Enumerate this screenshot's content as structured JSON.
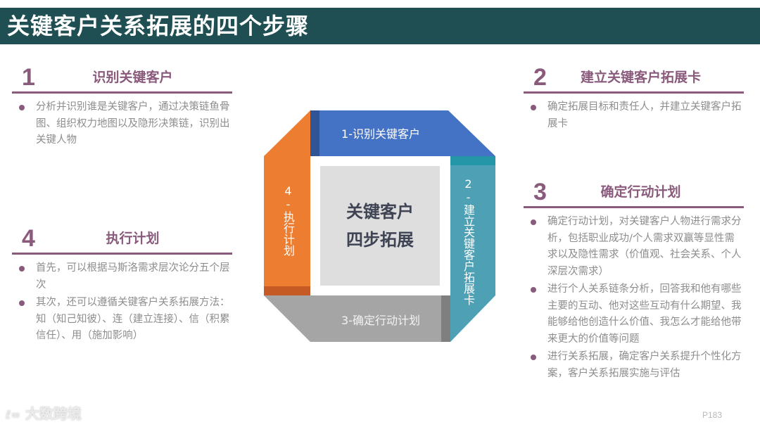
{
  "header": {
    "title": "关键客户关系拓展的四个步骤"
  },
  "sections": [
    {
      "number": "1",
      "title": "识别关键客户",
      "bullets": [
        "分析并识别谁是关键客户，通过决策链鱼骨图、组织权力地图以及隐形决策链，识别出关键人物"
      ]
    },
    {
      "number": "2",
      "title": "建立关键客户拓展卡",
      "bullets": [
        "确定拓展目标和责任人，并建立关键客户拓展卡"
      ]
    },
    {
      "number": "3",
      "title": "确定行动计划",
      "bullets": [
        "确定行动计划，对关键客户人物进行需求分析，包括职业成功/个人需求双赢等显性需求以及隐性需求（价值观、社会关系、个人深层次需求）",
        "进行个人关系链条分析，回答我和他有哪些主要的互动、他对这些互动有什么期望、我能够给他创造什么价值、我怎么才能给他带来更大的价值等问题",
        "进行关系拓展，确定客户关系提升个性化方案，客户关系拓展实施与评估"
      ]
    },
    {
      "number": "4",
      "title": "执行计划",
      "bullets": [
        "首先，可以根据马斯洛需求层次论分五个层次",
        "其次，还可以遵循关键客户关系拓展方法：知（知己知彼）、连（建立连接）、信（积累信任）、用（施加影响）"
      ]
    }
  ],
  "diagram": {
    "center_line1": "关键客户",
    "center_line2": "四步拓展",
    "steps": [
      {
        "label": "1-识别关键客户",
        "color": "#4472c4"
      },
      {
        "label": "2-建立关键客户拓展卡",
        "color": "#4ea1b5"
      },
      {
        "label": "3-确定行动计划",
        "color": "#a5a5a5"
      },
      {
        "label": "4-执行计划",
        "color": "#ed7d31"
      }
    ]
  },
  "footer": {
    "logo": "大数跨境",
    "page": "P183"
  },
  "colors": {
    "title_bar": "#1f4f52",
    "accent": "#8a5a7c",
    "body_text": "#8d8d8d"
  }
}
